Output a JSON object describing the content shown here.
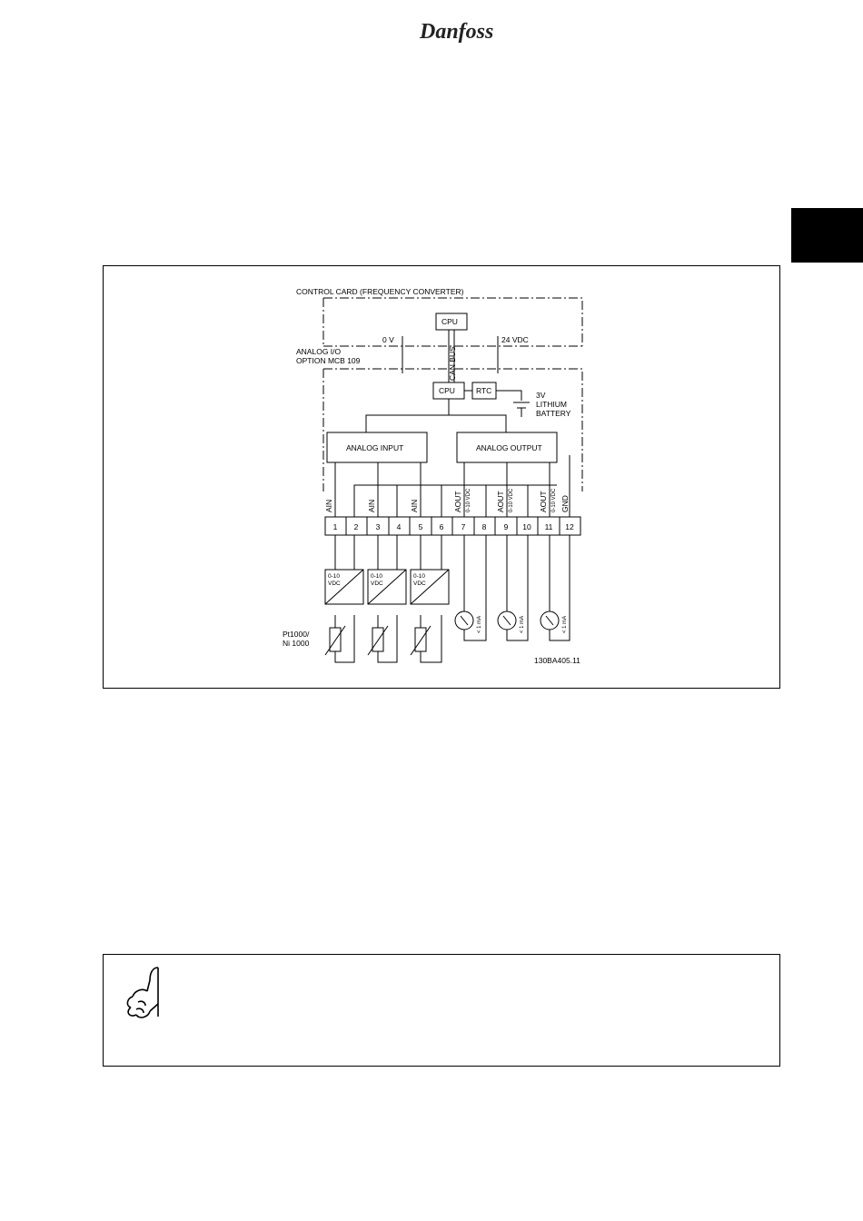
{
  "header": {
    "brand": "Danfoss"
  },
  "diagram": {
    "control_card_label": "CONTROL CARD (FREQUENCY CONVERTER)",
    "option_label_1": "ANALOG I/O",
    "option_label_2": "OPTION MCB 109",
    "cpu_top": "CPU",
    "cpu_bottom": "CPU",
    "rtc": "RTC",
    "zero_v": "0 V",
    "vdc24": "24 VDC",
    "can_bus": "CAN BUS",
    "battery_1": "3V",
    "battery_2": "LITHIUM",
    "battery_3": "BATTERY",
    "analog_input": "ANALOG INPUT",
    "analog_output": "ANALOG OUTPUT",
    "ain": "AIN",
    "aout": "AOUT",
    "range_0_10": "0-10 VDC",
    "gnd": "GND",
    "terminals": [
      "1",
      "2",
      "3",
      "4",
      "5",
      "6",
      "7",
      "8",
      "9",
      "10",
      "11",
      "12"
    ],
    "converter_1": "0-10",
    "converter_2": "VDC",
    "meter_label": "< 1 mA",
    "sensor_1": "Pt1000/",
    "sensor_2": "Ni 1000",
    "figure_id": "130BA405.11"
  },
  "note": {
    "text": ""
  }
}
